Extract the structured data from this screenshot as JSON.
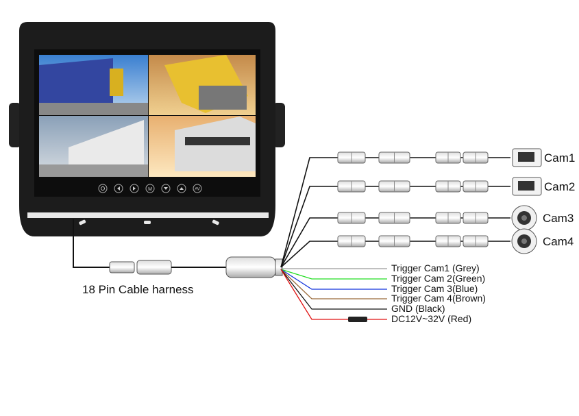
{
  "monitor": {
    "buttons": [
      {
        "icon": "power-icon"
      },
      {
        "icon": "left-arrow-icon"
      },
      {
        "icon": "right-arrow-icon"
      },
      {
        "icon": "menu-icon",
        "label": "M"
      },
      {
        "icon": "down-arrow-icon"
      },
      {
        "icon": "up-arrow-icon"
      },
      {
        "icon": "av-icon",
        "label": "AV"
      }
    ],
    "quad_views": [
      "camera-view-1",
      "camera-view-2",
      "camera-view-3",
      "camera-view-4"
    ]
  },
  "harness_label": "18 Pin Cable harness",
  "cameras": [
    {
      "name": "Cam1",
      "type": "box"
    },
    {
      "name": "Cam2",
      "type": "box"
    },
    {
      "name": "Cam3",
      "type": "dome"
    },
    {
      "name": "Cam4",
      "type": "dome"
    }
  ],
  "wires": [
    {
      "label": "Trigger Cam1 (Grey)",
      "color": "#9a9a9a"
    },
    {
      "label": "Trigger Cam 2(Green)",
      "color": "#22dd22"
    },
    {
      "label": "Trigger Cam 3(Blue)",
      "color": "#1133dd"
    },
    {
      "label": "Trigger Cam 4(Brown)",
      "color": "#9a6a3a"
    },
    {
      "label": "GND (Black)",
      "color": "#111111"
    },
    {
      "label": "DC12V~32V (Red)",
      "color": "#e01010"
    }
  ]
}
